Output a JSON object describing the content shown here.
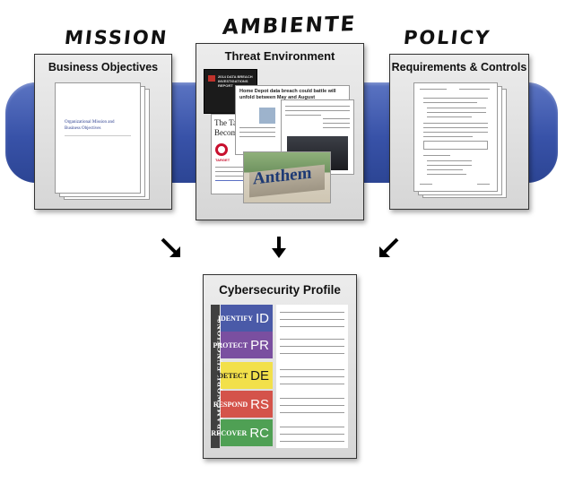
{
  "labels": {
    "mission": "MISSION",
    "ambiente": "AMBIENTE",
    "policy": "POLICY"
  },
  "panels": {
    "business": {
      "title": "Business Objectives",
      "doc_title": "Organizational Mission and Business Objectives"
    },
    "threat": {
      "title": "Threat Environment",
      "report": "2014 DATA BREACH INVESTIGATIONS REPORT",
      "headline": "Home Depot data breach could battle will unfold between May and August",
      "article_title": "The Ta... Becom...",
      "brand_target": "TARGET",
      "anthem": "Anthem"
    },
    "requirements": {
      "title": "Requirements & Controls"
    },
    "profile": {
      "title": "Cybersecurity Profile",
      "framework_label": "FRAMEWORK FUNCTIONS",
      "functions": [
        {
          "name": "IDENTIFY",
          "code": "ID",
          "color": "#4a5aa8"
        },
        {
          "name": "PROTECT",
          "code": "PR",
          "color": "#7a4fa0"
        },
        {
          "name": "DETECT",
          "code": "DE",
          "color": "#f2e04a"
        },
        {
          "name": "RESPOND",
          "code": "RS",
          "color": "#d4534a"
        },
        {
          "name": "RECOVER",
          "code": "RC",
          "color": "#4fa054"
        }
      ]
    }
  }
}
